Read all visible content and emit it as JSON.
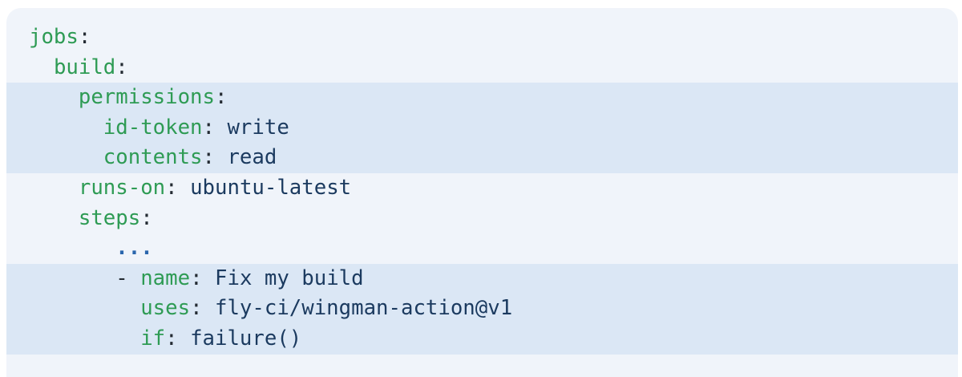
{
  "colors": {
    "page-bg": "#ffffff",
    "panel-bg": "#f0f4fa",
    "band-bg": "#dbe7f5",
    "key": "#2e9b54",
    "punct": "#242b33",
    "value": "#1b3a5f",
    "ellipsis": "#2a66ad"
  },
  "code": {
    "language": "yaml",
    "lines": [
      {
        "indent": 0,
        "highlight": false,
        "tokens": [
          {
            "t": "jobs",
            "c": "key"
          },
          {
            "t": ":",
            "c": "punct"
          }
        ]
      },
      {
        "indent": 2,
        "highlight": false,
        "tokens": [
          {
            "t": "build",
            "c": "key"
          },
          {
            "t": ":",
            "c": "punct"
          }
        ]
      },
      {
        "indent": 4,
        "highlight": true,
        "tokens": [
          {
            "t": "permissions",
            "c": "key"
          },
          {
            "t": ":",
            "c": "punct"
          }
        ]
      },
      {
        "indent": 6,
        "highlight": true,
        "tokens": [
          {
            "t": "id-token",
            "c": "key"
          },
          {
            "t": ": ",
            "c": "punct"
          },
          {
            "t": "write",
            "c": "value"
          }
        ]
      },
      {
        "indent": 6,
        "highlight": true,
        "tokens": [
          {
            "t": "contents",
            "c": "key"
          },
          {
            "t": ": ",
            "c": "punct"
          },
          {
            "t": "read",
            "c": "value"
          }
        ]
      },
      {
        "indent": 4,
        "highlight": false,
        "tokens": [
          {
            "t": "runs-on",
            "c": "key"
          },
          {
            "t": ": ",
            "c": "punct"
          },
          {
            "t": "ubuntu-latest",
            "c": "value"
          }
        ]
      },
      {
        "indent": 4,
        "highlight": false,
        "tokens": [
          {
            "t": "steps",
            "c": "key"
          },
          {
            "t": ":",
            "c": "punct"
          }
        ]
      },
      {
        "indent": 7,
        "highlight": false,
        "tokens": [
          {
            "t": "...",
            "c": "ellipsis"
          }
        ]
      },
      {
        "indent": 7,
        "highlight": true,
        "tokens": [
          {
            "t": "- ",
            "c": "punct"
          },
          {
            "t": "name",
            "c": "key"
          },
          {
            "t": ": ",
            "c": "punct"
          },
          {
            "t": "Fix my build",
            "c": "value"
          }
        ]
      },
      {
        "indent": 9,
        "highlight": true,
        "tokens": [
          {
            "t": "uses",
            "c": "key"
          },
          {
            "t": ": ",
            "c": "punct"
          },
          {
            "t": "fly-ci/wingman-action@v1",
            "c": "value"
          }
        ]
      },
      {
        "indent": 9,
        "highlight": true,
        "tokens": [
          {
            "t": "if",
            "c": "key"
          },
          {
            "t": ": ",
            "c": "punct"
          },
          {
            "t": "failure()",
            "c": "value"
          }
        ]
      }
    ]
  }
}
